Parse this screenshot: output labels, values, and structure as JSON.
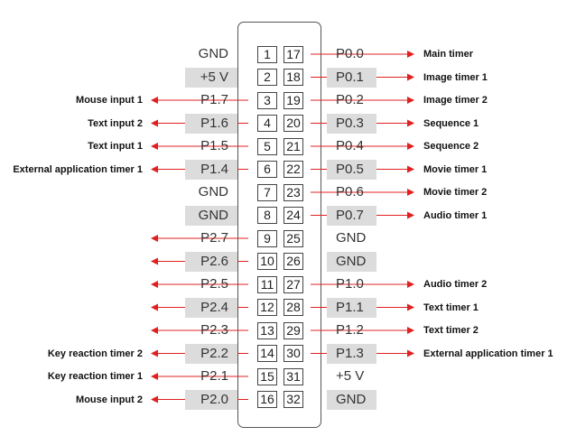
{
  "connector": {
    "rows": [
      {
        "left_signal": "GND",
        "left_pin": "1",
        "right_pin": "17",
        "right_signal": "P0.0",
        "left_func": "",
        "right_func": "Main timer",
        "left_arrow": false,
        "right_arrow": true
      },
      {
        "left_signal": "+5 V",
        "left_pin": "2",
        "right_pin": "18",
        "right_signal": "P0.1",
        "left_func": "",
        "right_func": "Image timer 1",
        "left_arrow": false,
        "right_arrow": true
      },
      {
        "left_signal": "P1.7",
        "left_pin": "3",
        "right_pin": "19",
        "right_signal": "P0.2",
        "left_func": "Mouse input 1",
        "right_func": "Image timer 2",
        "left_arrow": true,
        "right_arrow": true
      },
      {
        "left_signal": "P1.6",
        "left_pin": "4",
        "right_pin": "20",
        "right_signal": "P0.3",
        "left_func": "Text input 2",
        "right_func": "Sequence 1",
        "left_arrow": true,
        "right_arrow": true
      },
      {
        "left_signal": "P1.5",
        "left_pin": "5",
        "right_pin": "21",
        "right_signal": "P0.4",
        "left_func": "Text input 1",
        "right_func": "Sequence 2",
        "left_arrow": true,
        "right_arrow": true
      },
      {
        "left_signal": "P1.4",
        "left_pin": "6",
        "right_pin": "22",
        "right_signal": "P0.5",
        "left_func": "External application timer 1",
        "right_func": "Movie timer 1",
        "left_arrow": true,
        "right_arrow": true
      },
      {
        "left_signal": "GND",
        "left_pin": "7",
        "right_pin": "23",
        "right_signal": "P0.6",
        "left_func": "",
        "right_func": "Movie timer 2",
        "left_arrow": false,
        "right_arrow": true
      },
      {
        "left_signal": "GND",
        "left_pin": "8",
        "right_pin": "24",
        "right_signal": "P0.7",
        "left_func": "",
        "right_func": "Audio timer 1",
        "left_arrow": false,
        "right_arrow": true
      },
      {
        "left_signal": "P2.7",
        "left_pin": "9",
        "right_pin": "25",
        "right_signal": "GND",
        "left_func": "",
        "right_func": "",
        "left_arrow": true,
        "right_arrow": false
      },
      {
        "left_signal": "P2.6",
        "left_pin": "10",
        "right_pin": "26",
        "right_signal": "GND",
        "left_func": "",
        "right_func": "",
        "left_arrow": true,
        "right_arrow": false
      },
      {
        "left_signal": "P2.5",
        "left_pin": "11",
        "right_pin": "27",
        "right_signal": "P1.0",
        "left_func": "",
        "right_func": "Audio timer 2",
        "left_arrow": true,
        "right_arrow": true
      },
      {
        "left_signal": "P2.4",
        "left_pin": "12",
        "right_pin": "28",
        "right_signal": "P1.1",
        "left_func": "",
        "right_func": "Text timer 1",
        "left_arrow": true,
        "right_arrow": true
      },
      {
        "left_signal": "P2.3",
        "left_pin": "13",
        "right_pin": "29",
        "right_signal": "P1.2",
        "left_func": "",
        "right_func": "Text timer 2",
        "left_arrow": true,
        "right_arrow": true
      },
      {
        "left_signal": "P2.2",
        "left_pin": "14",
        "right_pin": "30",
        "right_signal": "P1.3",
        "left_func": "Key reaction timer 2",
        "right_func": "External application timer 1",
        "left_arrow": true,
        "right_arrow": true
      },
      {
        "left_signal": "P2.1",
        "left_pin": "15",
        "right_pin": "31",
        "right_signal": "+5 V",
        "left_func": "Key reaction timer 1",
        "right_func": "",
        "left_arrow": true,
        "right_arrow": false
      },
      {
        "left_signal": "P2.0",
        "left_pin": "16",
        "right_pin": "32",
        "right_signal": "GND",
        "left_func": "Mouse input 2",
        "right_func": "",
        "left_arrow": true,
        "right_arrow": false
      }
    ]
  },
  "colors": {
    "arrow": "#e02020",
    "signal_shade": "#dcdcdc"
  }
}
